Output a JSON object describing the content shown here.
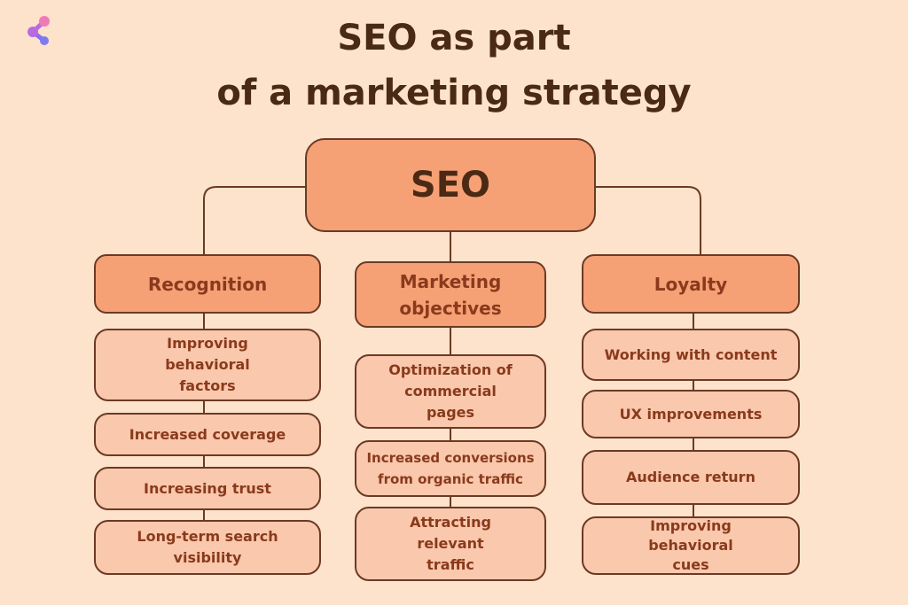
{
  "title": {
    "line1": "SEO as part",
    "line2": "of a marketing strategy"
  },
  "root": {
    "label": "SEO"
  },
  "branches": [
    {
      "label": "Recognition",
      "items": [
        "Improving behavioral factors",
        "Increased coverage",
        "Increasing trust",
        "Long-term search visibility"
      ]
    },
    {
      "label": "Marketing objectives",
      "items": [
        "Optimization of commercial pages",
        "Increased conversions from organic traffic",
        "Attracting relevant traffic"
      ]
    },
    {
      "label": "Loyalty",
      "items": [
        "Working with content",
        "UX improvements",
        "Audience return",
        "Improving behavioral cues"
      ]
    }
  ],
  "icons": {
    "logo": "network-logo-icon"
  },
  "colors": {
    "background": "#fde3cb",
    "header_fill": "#f6a076",
    "item_fill": "#f9c8ad",
    "line": "#6b3a24",
    "item_text": "#8a3a1c",
    "title_text": "#4a2a14"
  }
}
